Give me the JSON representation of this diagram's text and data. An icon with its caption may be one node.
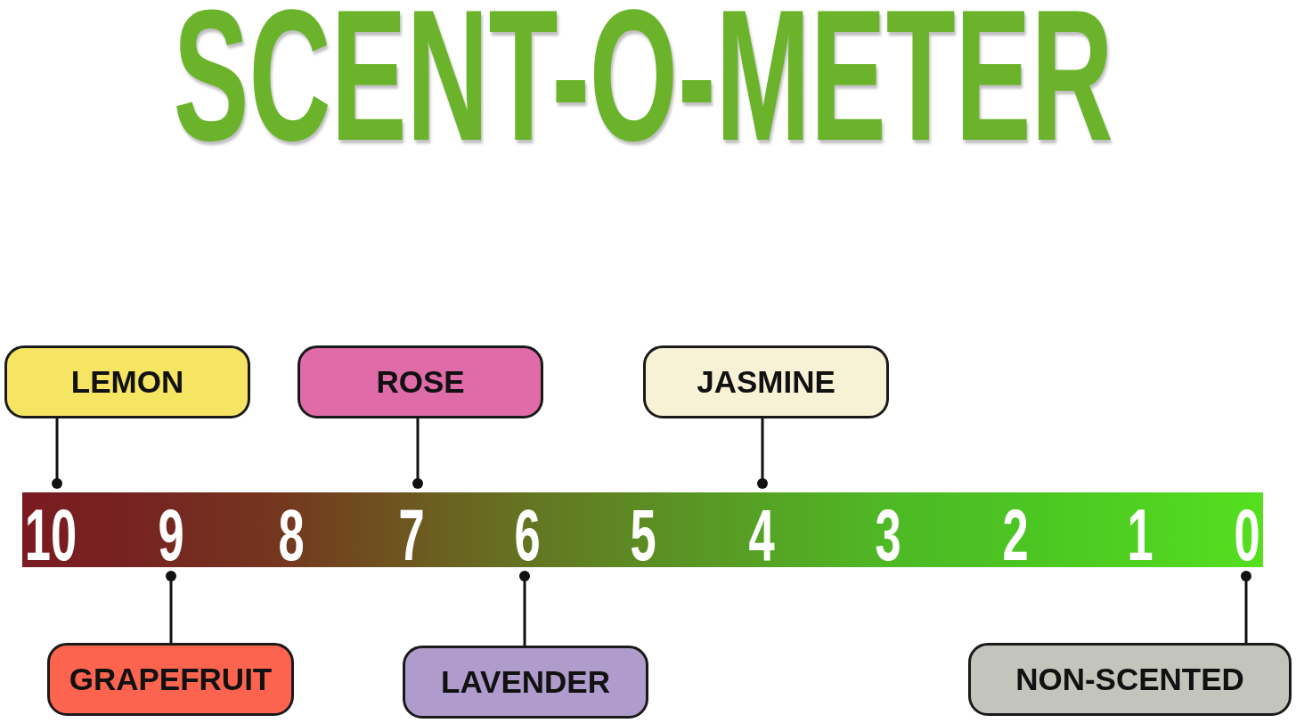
{
  "diagram": {
    "title": "SCENT-O-METER",
    "nodes": [
      {
        "text": [
          "LEMON"
        ]
      },
      {
        "text": [
          "ROSE"
        ]
      },
      {
        "text": [
          "JASMINE"
        ]
      },
      {
        "text": [],
        "shape": "bar"
      },
      {
        "text": [
          "GRAPEFRUIT"
        ]
      },
      {
        "text": [
          "LAVENDER"
        ]
      },
      {
        "text": [
          "NON-SCENTED"
        ]
      }
    ],
    "edges": [
      {
        "from": 0,
        "to": 3,
        "arrow": "other"
      },
      {
        "from": 1,
        "to": 3,
        "arrow": "other"
      },
      {
        "from": 2,
        "to": 3,
        "arrow": "other"
      },
      {
        "from": 4,
        "to": 3,
        "arrow": "other"
      },
      {
        "from": 5,
        "to": 3,
        "arrow": "other"
      },
      {
        "from": 6,
        "to": 3,
        "arrow": "other"
      }
    ],
    "labels": [
      "10",
      "9",
      "8",
      "7",
      "6",
      "5",
      "4",
      "3",
      "2",
      "1",
      "0"
    ]
  }
}
